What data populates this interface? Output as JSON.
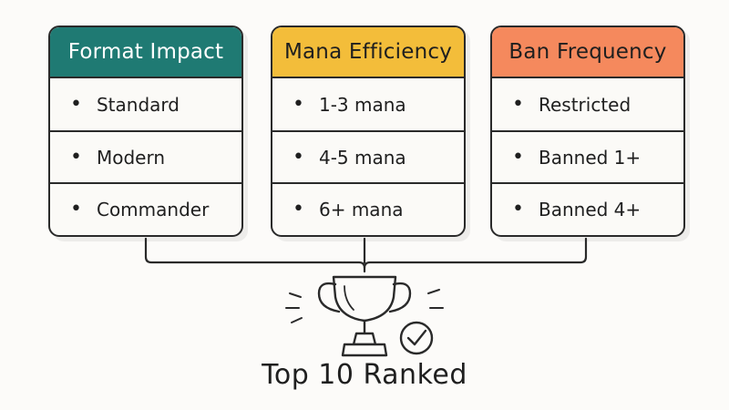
{
  "colors": {
    "format_header": "#1f7a73",
    "mana_header": "#f3bd3a",
    "ban_header": "#f5895d",
    "ink": "#2a2a2a"
  },
  "cards": [
    {
      "title": "Format Impact",
      "items": [
        "Standard",
        "Modern",
        "Commander"
      ]
    },
    {
      "title": "Mana Efficiency",
      "items": [
        "1-3 mana",
        "4-5 mana",
        "6+ mana"
      ]
    },
    {
      "title": "Ban Frequency",
      "items": [
        "Restricted",
        "Banned 1+",
        "Banned 4+"
      ]
    }
  ],
  "result": {
    "icon": "trophy-icon",
    "badge_icon": "checkmark-icon",
    "label": "Top 10 Ranked"
  }
}
